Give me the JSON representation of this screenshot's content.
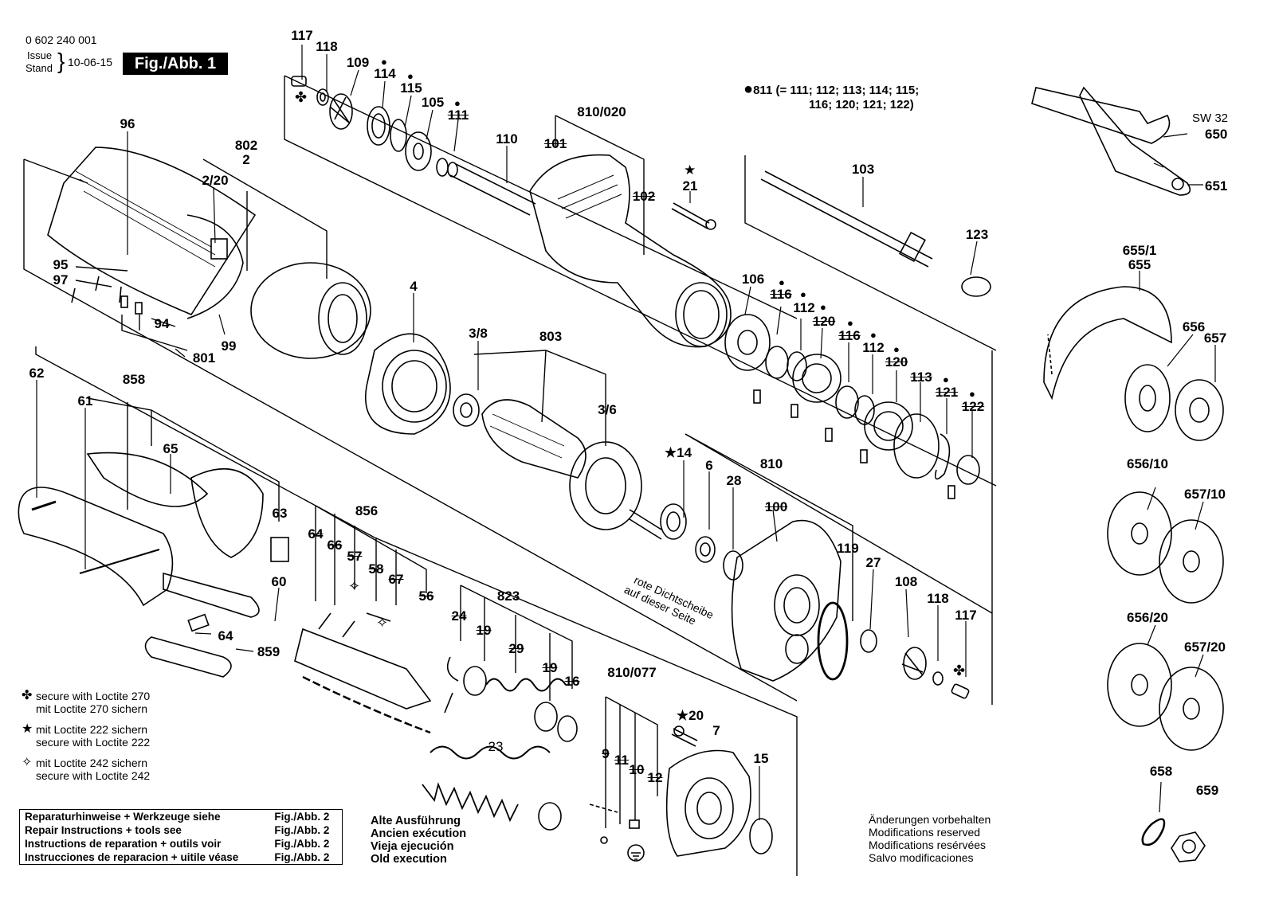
{
  "header": {
    "part_number": "0 602 240 001",
    "issue_label": "Issue",
    "stand_label": "Stand",
    "issue_date": "10-06-15",
    "figure": "Fig./Abb. 1"
  },
  "kit_811": {
    "line1": "811 (= 111; 112; 113; 114; 115;",
    "line2": "116; 120; 121; 122)"
  },
  "sw_label": "SW 32",
  "labels": {
    "l117a": "117",
    "l118a": "118",
    "l109": "109",
    "l114": "114",
    "l115": "115",
    "l105": "105",
    "l111": "111",
    "l110": "110",
    "l810_020": "810/020",
    "l101": "101",
    "l102": "102",
    "l21": "21",
    "l103": "103",
    "l123": "123",
    "l650": "650",
    "l651": "651",
    "l96": "96",
    "l802": "802",
    "l2": "2",
    "l2_20": "2/20",
    "l95": "95",
    "l97": "97",
    "l94": "94",
    "l801": "801",
    "l99": "99",
    "l4": "4",
    "l3_8": "3/8",
    "l803": "803",
    "l3_6": "3/6",
    "l106": "106",
    "l116a": "116",
    "l112a": "112",
    "l120a": "120",
    "l116b": "116",
    "l112b": "112",
    "l120b": "120",
    "l113": "113",
    "l121": "121",
    "l122": "122",
    "l655_1": "655/1",
    "l655": "655",
    "l656": "656",
    "l657": "657",
    "l62": "62",
    "l858": "858",
    "l61": "61",
    "l65": "65",
    "l63": "63",
    "l856": "856",
    "l64a": "64",
    "l66": "66",
    "l57": "57",
    "l58": "58",
    "l67": "67",
    "l56": "56",
    "l60": "60",
    "l64b": "64",
    "l859": "859",
    "l14": "14",
    "l6": "6",
    "l28": "28",
    "l810": "810",
    "l100": "100",
    "l119": "119",
    "l27": "27",
    "l108": "108",
    "l118b": "118",
    "l117b": "117",
    "l823": "823",
    "l24": "24",
    "l19a": "19",
    "l29": "29",
    "l19b": "19",
    "l16": "16",
    "l23": "23",
    "l810_077": "810/077",
    "l20": "20",
    "l7": "7",
    "l9": "9",
    "l11": "11",
    "l10": "10",
    "l12": "12",
    "l15": "15",
    "l656_10": "656/10",
    "l657_10": "657/10",
    "l656_20": "656/20",
    "l657_20": "657/20",
    "l658": "658",
    "l659": "659"
  },
  "seal_note": {
    "line1": "rote Dichtscheibe",
    "line2": "auf dieser Seite"
  },
  "legend": [
    {
      "symbol": "✤",
      "line1": "secure with Loctite 270",
      "line2": "mit Loctite 270 sichern"
    },
    {
      "symbol": "★",
      "line1": "mit Loctite 222 sichern",
      "line2": "secure with Loctite 222"
    },
    {
      "symbol": "✧",
      "line1": "mit Loctite 242 sichern",
      "line2": "secure with Loctite 242"
    }
  ],
  "repair_table": [
    {
      "text": "Reparaturhinweise + Werkzeuge siehe",
      "ref": "Fig./Abb. 2"
    },
    {
      "text": "Repair Instructions + tools see",
      "ref": "Fig./Abb. 2"
    },
    {
      "text": "Instructions de reparation + outils voir",
      "ref": "Fig./Abb. 2"
    },
    {
      "text": "Instrucciones de reparacion + uitile véase",
      "ref": "Fig./Abb. 2"
    }
  ],
  "old_execution": [
    "Alte Ausführung",
    "Ancien exécution",
    "Vieja ejecución",
    "Old execution"
  ],
  "modifications": [
    "Änderungen vorbehalten",
    "Modifications reserved",
    "Modifications resérvées",
    "Salvo modificaciones"
  ]
}
